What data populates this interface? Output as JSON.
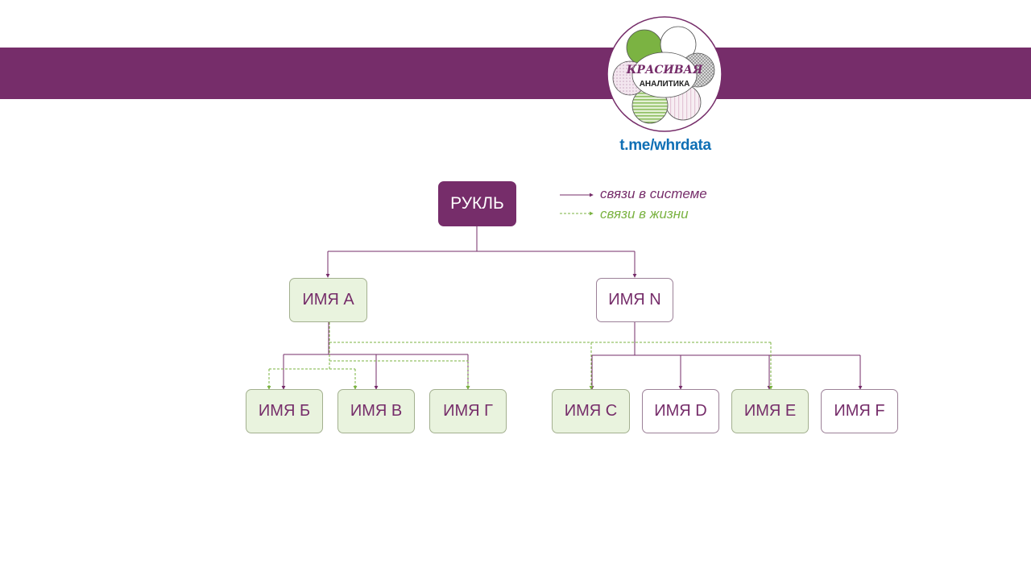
{
  "logo": {
    "line1": "КРАСИВАЯ",
    "line2": "АНАЛИТИКА",
    "url": "t.me/whrdata"
  },
  "legend": {
    "system_label": "связи в системе",
    "life_label": "связи в жизни"
  },
  "nodes": {
    "root": "РУКЛЬ",
    "a": "ИМЯ А",
    "n": "ИМЯ N",
    "b": "ИМЯ Б",
    "v": "ИМЯ В",
    "g": "ИМЯ Г",
    "c": "ИМЯ С",
    "d": "ИМЯ D",
    "e": "ИМЯ Е",
    "f": "ИМЯ F"
  },
  "colors": {
    "brand_purple": "#762d6a",
    "life_green": "#7bb342",
    "node_green_fill": "#e9f3de",
    "url_blue": "#0e6fb5"
  }
}
